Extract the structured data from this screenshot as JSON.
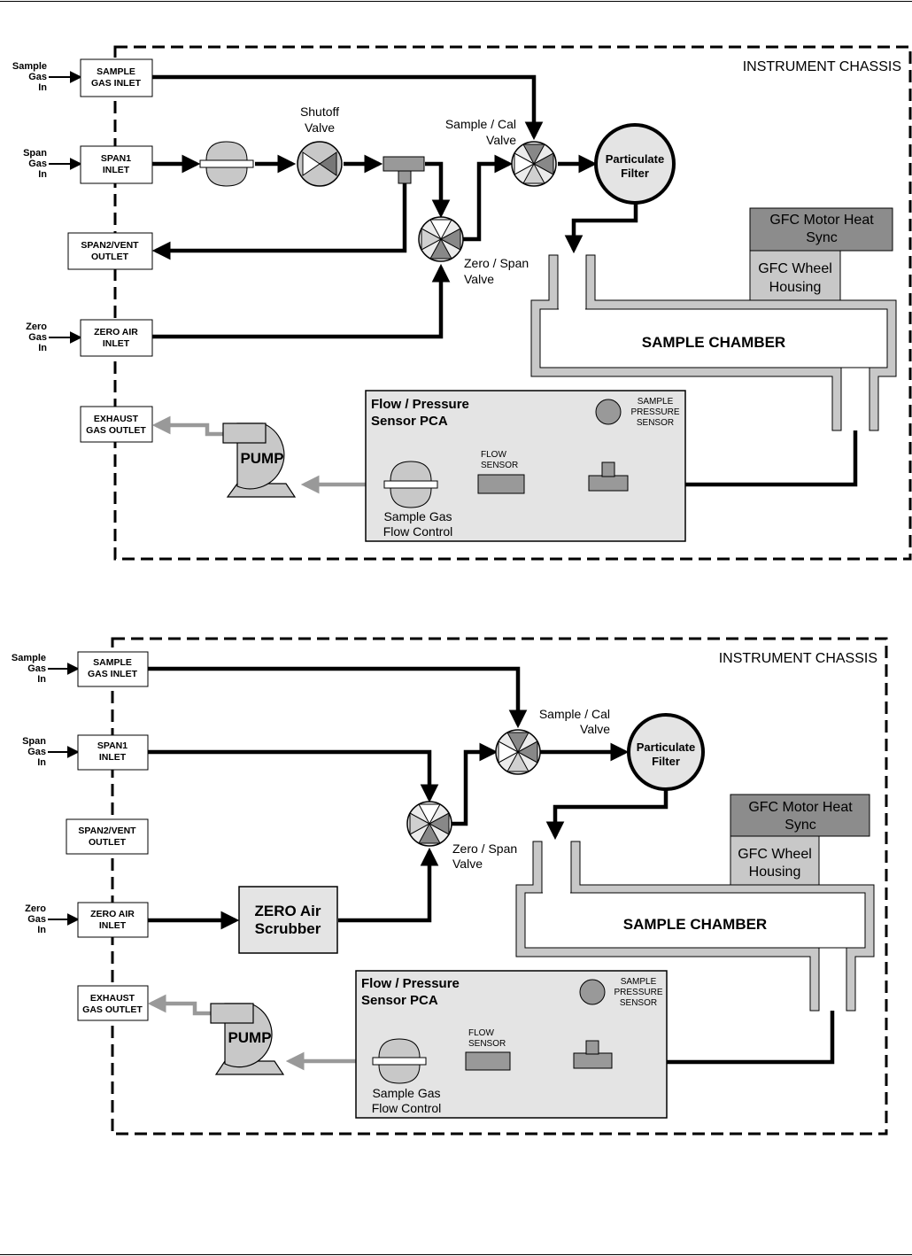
{
  "labels": {
    "instrument_chassis": "INSTRUMENT CHASSIS",
    "sample_gas_in": [
      "Sample",
      "Gas",
      "In"
    ],
    "span_gas_in": [
      "Span",
      "Gas",
      "In"
    ],
    "zero_gas_in": [
      "Zero",
      "Gas",
      "In"
    ],
    "sample_gas_inlet": [
      "SAMPLE",
      "GAS INLET"
    ],
    "span1_inlet": [
      "SPAN1",
      "INLET"
    ],
    "span2_vent_outlet": [
      "SPAN2/VENT",
      "OUTLET"
    ],
    "zero_air_inlet": [
      "ZERO AIR",
      "INLET"
    ],
    "exhaust_gas_outlet": [
      "EXHAUST",
      "GAS OUTLET"
    ],
    "shutoff_valve": [
      "Shutoff",
      "Valve"
    ],
    "sample_cal_valve": [
      "Sample / Cal",
      "Valve"
    ],
    "zero_span_valve": [
      "Zero / Span",
      "Valve"
    ],
    "particulate_filter": [
      "Particulate",
      "Filter"
    ],
    "gfc_motor_heat_sync": [
      "GFC Motor Heat",
      "Sync"
    ],
    "gfc_wheel_housing": [
      "GFC Wheel",
      "Housing"
    ],
    "sample_chamber": "SAMPLE CHAMBER",
    "flow_pressure_pca": [
      "Flow / Pressure",
      "Sensor PCA"
    ],
    "sample_pressure_sensor": [
      "SAMPLE",
      "PRESSURE",
      "SENSOR"
    ],
    "flow_sensor": [
      "FLOW",
      "SENSOR"
    ],
    "pump": "PUMP",
    "sample_gas_flow_control": [
      "Sample Gas",
      "Flow Control"
    ],
    "zero_air_scrubber": [
      "ZERO Air",
      "Scrubber"
    ]
  },
  "colors": {
    "line": "#000000",
    "exhaust_line": "#999999",
    "panel_fill": "#e4e4e4",
    "component_fill": "#c8c8c8",
    "dark_fill": "#8c8c8c",
    "light_fill": "#ebebeb"
  }
}
